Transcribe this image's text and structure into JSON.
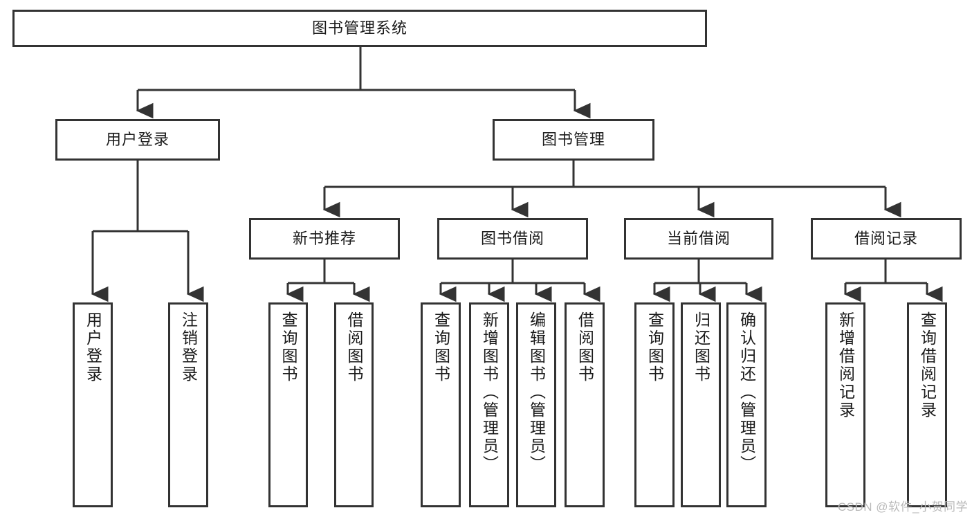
{
  "diagram": {
    "type": "tree",
    "title": "图书管理系统",
    "watermark": "CSDN @软件_小贺同学",
    "colors": {
      "stroke": "#333333",
      "text": "#1a1a1a",
      "background": "#ffffff",
      "watermark": "#b9b9b9"
    },
    "root": {
      "label": "图书管理系统"
    },
    "level2": [
      {
        "label": "用户登录"
      },
      {
        "label": "图书管理"
      }
    ],
    "level3": [
      {
        "label": "新书推荐"
      },
      {
        "label": "图书借阅"
      },
      {
        "label": "当前借阅"
      },
      {
        "label": "借阅记录"
      }
    ],
    "leaves": {
      "user_login": [
        {
          "label": "用户登录"
        },
        {
          "label": "注销登录"
        }
      ],
      "new_book": [
        {
          "label": "查询图书"
        },
        {
          "label": "借阅图书"
        }
      ],
      "book_borrow": [
        {
          "label": "查询图书"
        },
        {
          "label": "新增图书（管理员）"
        },
        {
          "label": "编辑图书（管理员）"
        },
        {
          "label": "借阅图书"
        }
      ],
      "current_borrow": [
        {
          "label": "查询图书"
        },
        {
          "label": "归还图书"
        },
        {
          "label": "确认归还（管理员）"
        }
      ],
      "borrow_record": [
        {
          "label": "新增借阅记录"
        },
        {
          "label": "查询借阅记录"
        }
      ]
    }
  }
}
